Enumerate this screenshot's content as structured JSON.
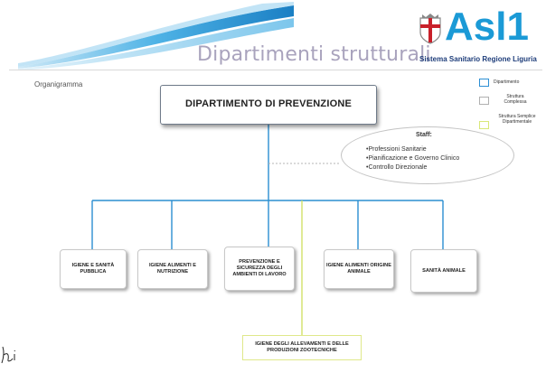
{
  "header": {
    "title": "Dipartimenti strutturali",
    "logo": {
      "text": "Asl1",
      "subtitle": "Sistema Sanitario Regione Liguria",
      "icon": "liguria-crest-icon"
    }
  },
  "section_label": "Organigramma",
  "main_department": "DIPARTIMENTO DI PREVENZIONE",
  "staff": {
    "title": "Staff:",
    "items": [
      "•Professioni Sanitarie",
      "•Pianificazione e Governo Clinico",
      "•Controllo Direzionale"
    ]
  },
  "legend": [
    {
      "label": "Dipartimento",
      "color": "#2d8fd4"
    },
    {
      "label": "Struttura Complessa",
      "color": "#b0b0b0"
    },
    {
      "label": "Struttura Semplice Dipartimentale",
      "color": "#d9e87a"
    }
  ],
  "units": [
    {
      "label": "IGIENE E SANITÀ PUBBLICA"
    },
    {
      "label": "IGIENE ALIMENTI E NUTRIZIONE"
    },
    {
      "label": "PREVENZIONE E SICUREZZA DEGLI AMBIENTI DI LAVORO"
    },
    {
      "label": "IGIENE ALIMENTI ORIGINE ANIMALE"
    },
    {
      "label": "SANITÀ ANIMALE"
    }
  ],
  "bottom_unit": {
    "label": "IGIENE DEGLI ALLEVAMENTI E DELLE PRODUZIONI ZOOTECNICHE"
  },
  "colors": {
    "connector_blue": "#2b8fd1",
    "connector_green": "#d2e06a",
    "header_blue": "#1b9ad6",
    "staff_dashed": "#b5b5b5"
  }
}
